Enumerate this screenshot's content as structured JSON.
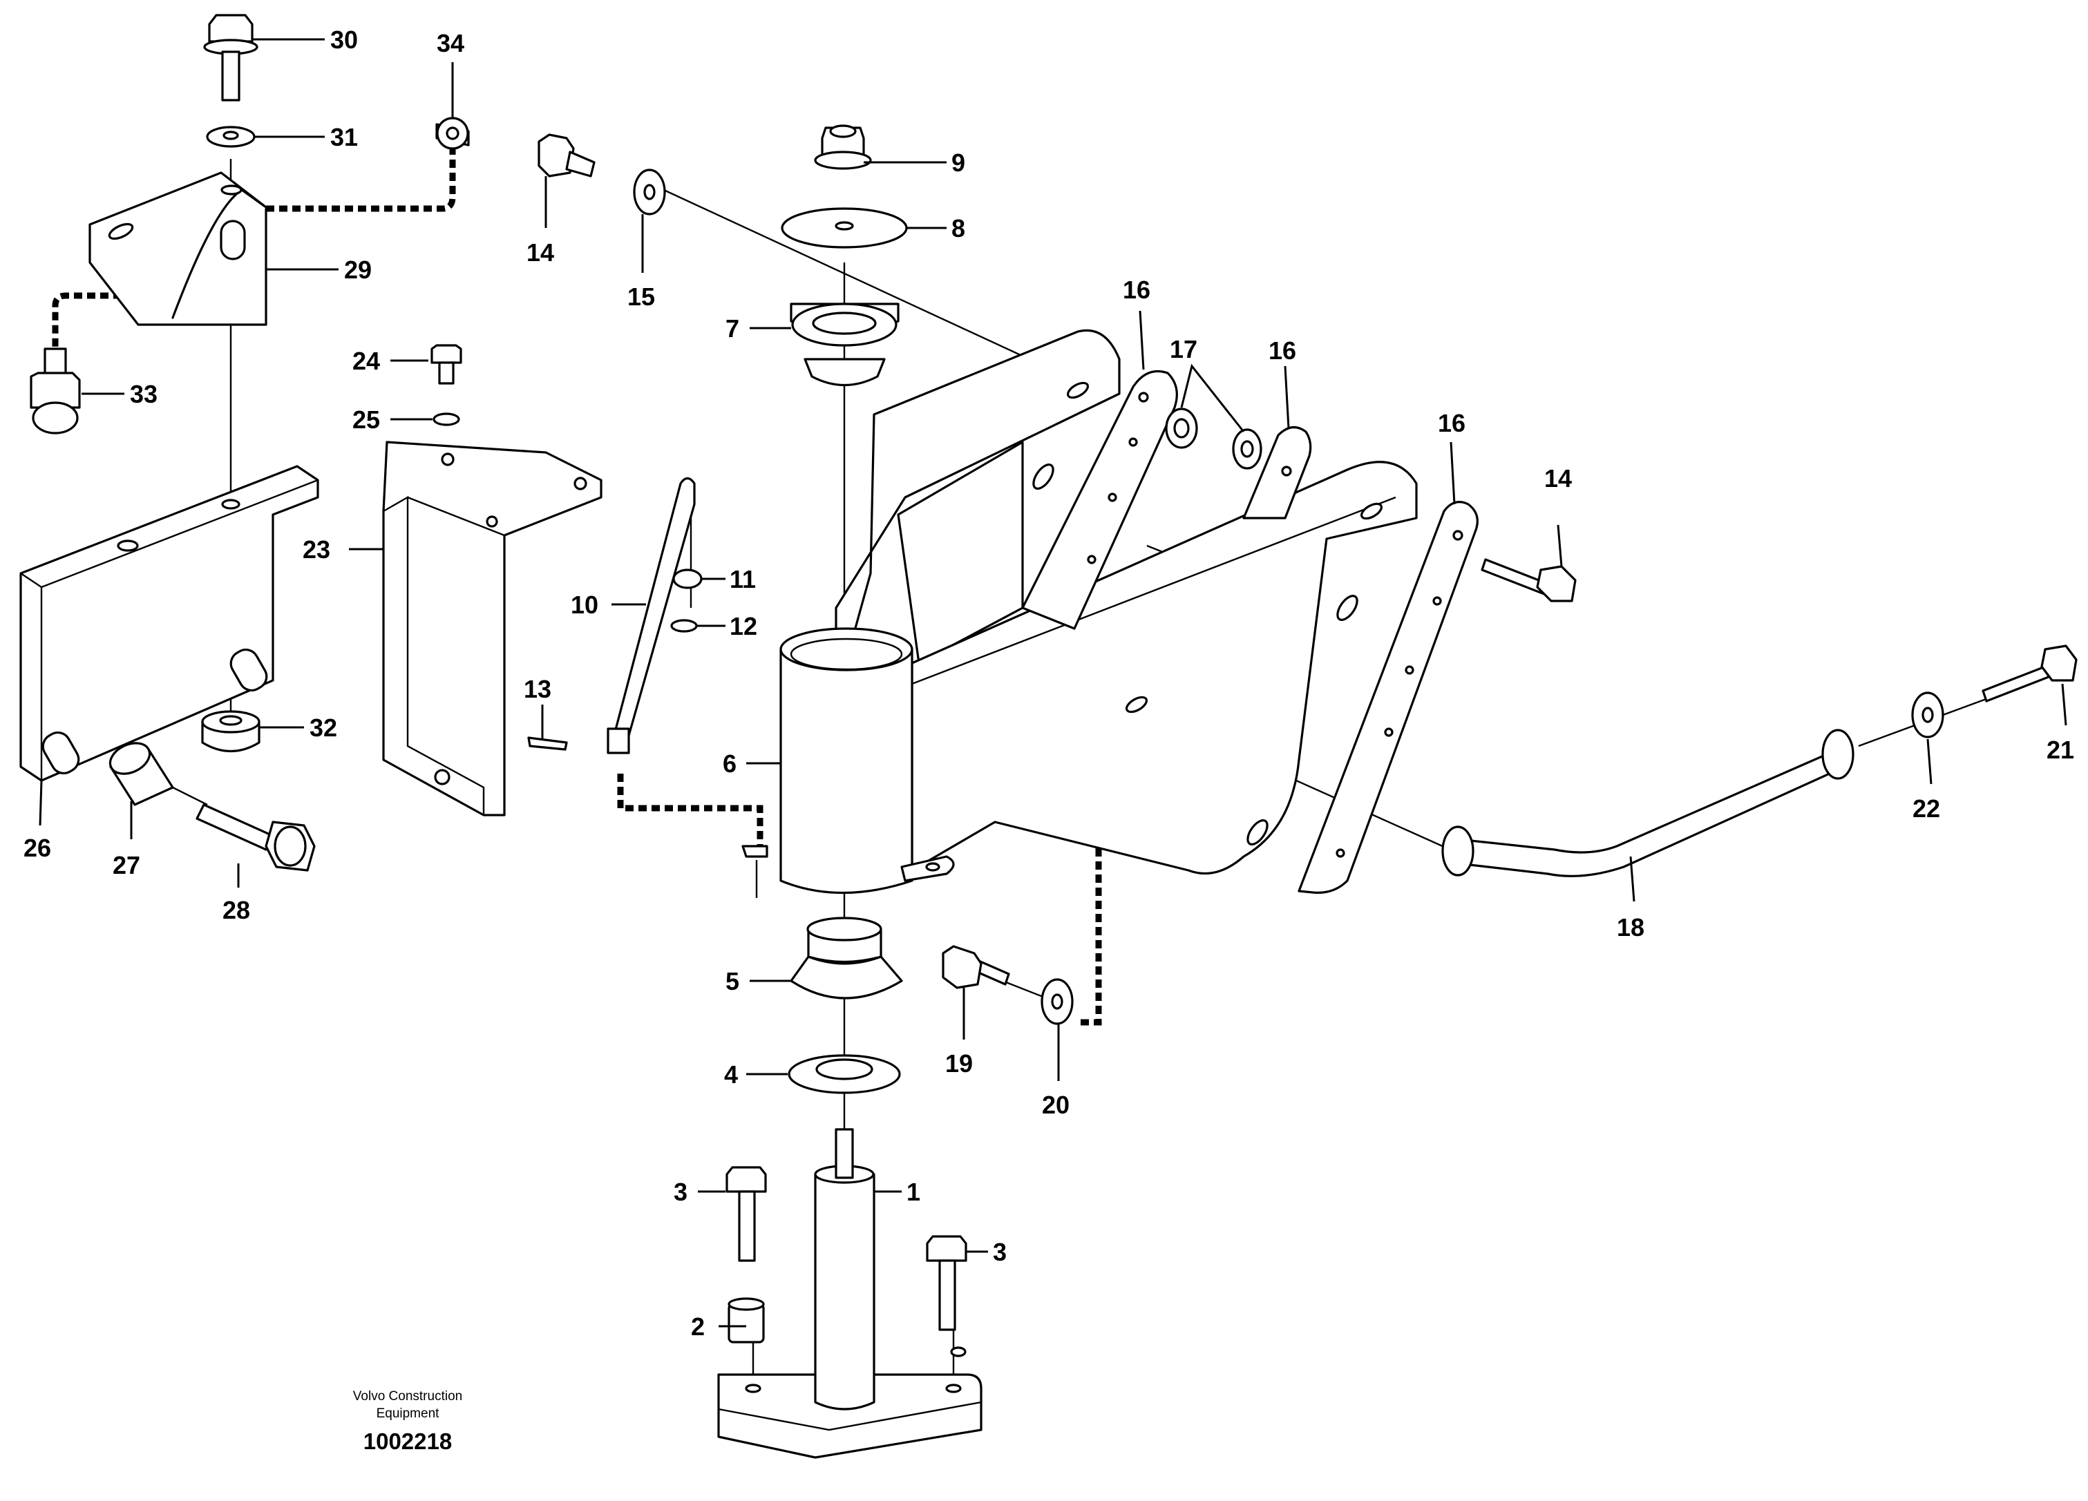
{
  "callouts": [
    {
      "id": "1",
      "label": "1"
    },
    {
      "id": "2",
      "label": "2"
    },
    {
      "id": "3a",
      "label": "3"
    },
    {
      "id": "3b",
      "label": "3"
    },
    {
      "id": "4",
      "label": "4"
    },
    {
      "id": "5",
      "label": "5"
    },
    {
      "id": "6",
      "label": "6"
    },
    {
      "id": "7",
      "label": "7"
    },
    {
      "id": "8",
      "label": "8"
    },
    {
      "id": "9",
      "label": "9"
    },
    {
      "id": "10",
      "label": "10"
    },
    {
      "id": "11",
      "label": "11"
    },
    {
      "id": "12",
      "label": "12"
    },
    {
      "id": "13",
      "label": "13"
    },
    {
      "id": "14a",
      "label": "14"
    },
    {
      "id": "14b",
      "label": "14"
    },
    {
      "id": "15",
      "label": "15"
    },
    {
      "id": "16a",
      "label": "16"
    },
    {
      "id": "16b",
      "label": "16"
    },
    {
      "id": "16c",
      "label": "16"
    },
    {
      "id": "17",
      "label": "17"
    },
    {
      "id": "18",
      "label": "18"
    },
    {
      "id": "19",
      "label": "19"
    },
    {
      "id": "20",
      "label": "20"
    },
    {
      "id": "21",
      "label": "21"
    },
    {
      "id": "22",
      "label": "22"
    },
    {
      "id": "23",
      "label": "23"
    },
    {
      "id": "24",
      "label": "24"
    },
    {
      "id": "25",
      "label": "25"
    },
    {
      "id": "26",
      "label": "26"
    },
    {
      "id": "27",
      "label": "27"
    },
    {
      "id": "28",
      "label": "28"
    },
    {
      "id": "29",
      "label": "29"
    },
    {
      "id": "30",
      "label": "30"
    },
    {
      "id": "31",
      "label": "31"
    },
    {
      "id": "32",
      "label": "32"
    },
    {
      "id": "33",
      "label": "33"
    },
    {
      "id": "34",
      "label": "34"
    }
  ],
  "footer": {
    "brand_line1": "Volvo Construction",
    "brand_line2": "Equipment",
    "drawing_number": "1002218"
  }
}
